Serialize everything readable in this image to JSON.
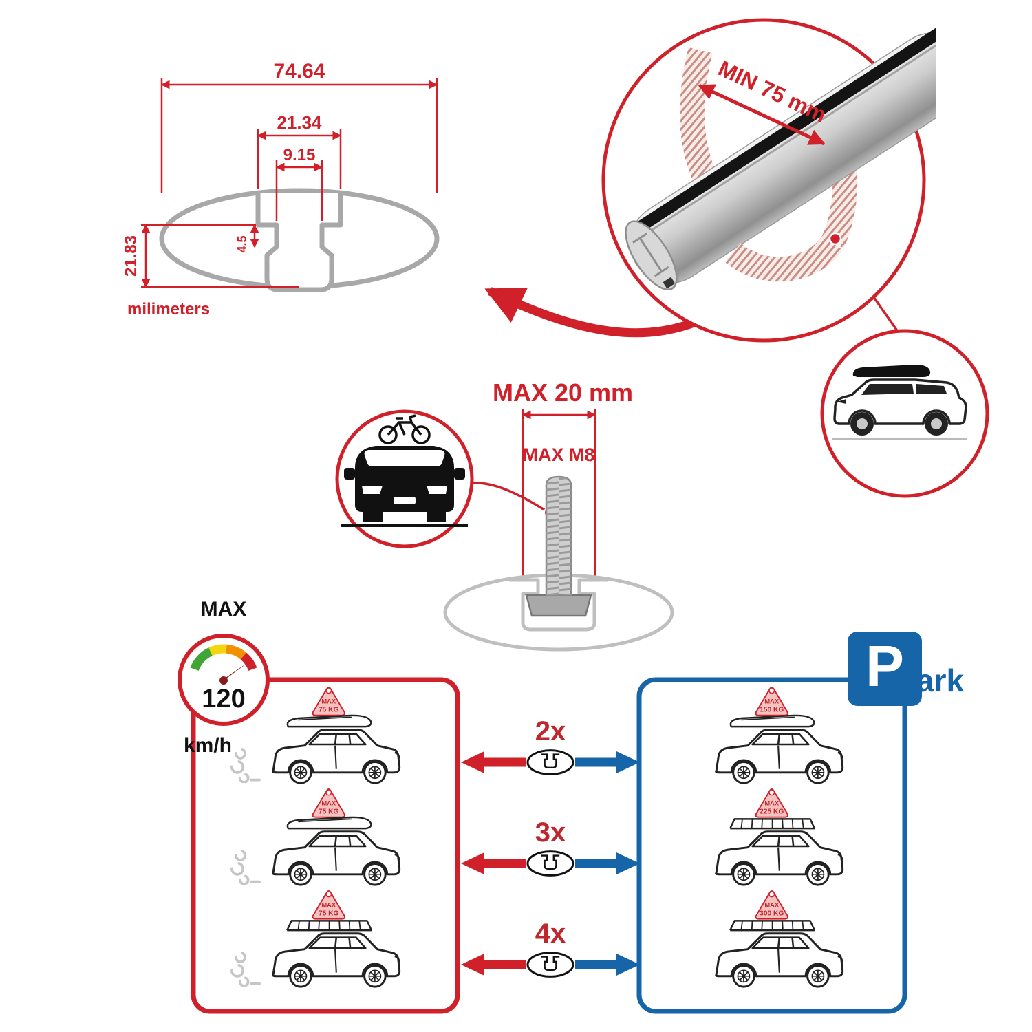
{
  "colors": {
    "red": "#d0202a",
    "blue": "#1565a8",
    "gray": "#a8a8a8",
    "black": "#1c1c1c"
  },
  "profile_drawing": {
    "width_total": "74.64",
    "slot_outer": "21.34",
    "slot_inner": "9.15",
    "lip_depth": "4.5",
    "height_total": "21.83",
    "units": "milimeters"
  },
  "bar_detail": {
    "min_label": "MIN 75 mm"
  },
  "bolt_detail": {
    "width_label": "MAX 20 mm",
    "thread_label": "MAX M8"
  },
  "speedometer": {
    "title": "MAX",
    "value": "120",
    "units": "km/h"
  },
  "driving_panel": {
    "cars": [
      {
        "badge_top": "MAX",
        "badge_value": "75 KG"
      },
      {
        "badge_top": "MAX",
        "badge_value": "75 KG"
      },
      {
        "badge_top": "MAX",
        "badge_value": "75 KG"
      }
    ]
  },
  "multipliers": [
    {
      "label": "2x"
    },
    {
      "label": "3x"
    },
    {
      "label": "4x"
    }
  ],
  "parking_panel": {
    "sign_letter": "P",
    "sign_suffix": "ark",
    "cars": [
      {
        "badge_top": "MAX",
        "badge_value": "150 KG"
      },
      {
        "badge_top": "MAX",
        "badge_value": "225 KG"
      },
      {
        "badge_top": "MAX",
        "badge_value": "300 KG"
      }
    ]
  }
}
